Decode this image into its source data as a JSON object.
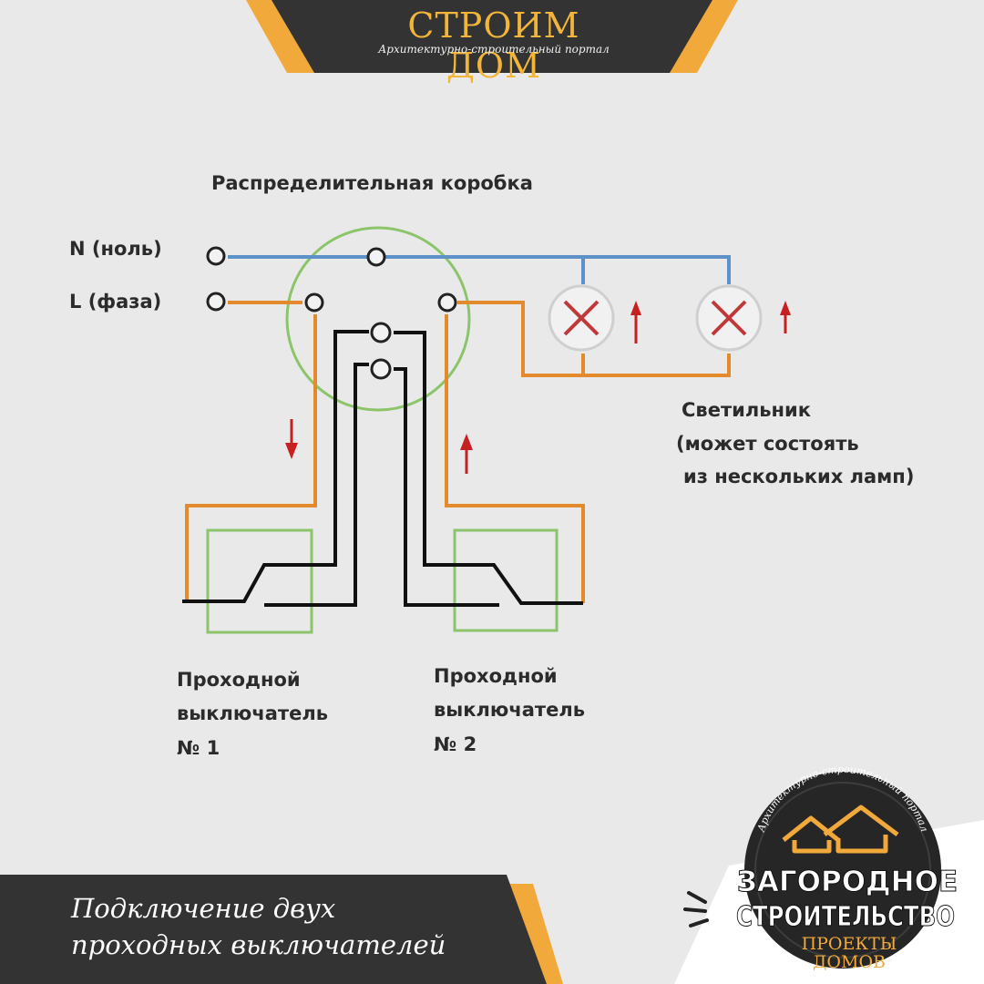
{
  "header": {
    "title": "СТРОИМ ДОМ",
    "subtitle": "Архитектурно-строительный портал"
  },
  "diagram": {
    "box_label": "Распределительная коробка",
    "neutral_label": "N (ноль)",
    "phase_label": "L (фаза)",
    "lamp_label": [
      "Светильник",
      "(может состоять",
      "из нескольких ламп)"
    ],
    "switch1_label": [
      "Проходной",
      "выключатель",
      "№ 1"
    ],
    "switch2_label": [
      "Проходной",
      "выключатель",
      "№ 2"
    ],
    "colors": {
      "neutral_wire": "#5d92c9",
      "phase_wire": "#e38a2c",
      "control_wire": "#111111",
      "box_outline": "#8cc46a",
      "switch_outline": "#8cc46a",
      "lamp_cross": "#c0393a",
      "arrow": "#c72020"
    }
  },
  "caption": {
    "lines": [
      "Подключение двух",
      "проходных выключателей"
    ]
  },
  "badge": {
    "arc_text": "Архитектурно-строительный портал",
    "line1": "ЗАГОРОДНОЕ",
    "line2": "СТРОИТЕЛЬСТВО",
    "line3": "ПРОЕКТЫ",
    "line4": "ДОМОВ"
  },
  "accent": "#f2a93b",
  "dark": "#333333"
}
